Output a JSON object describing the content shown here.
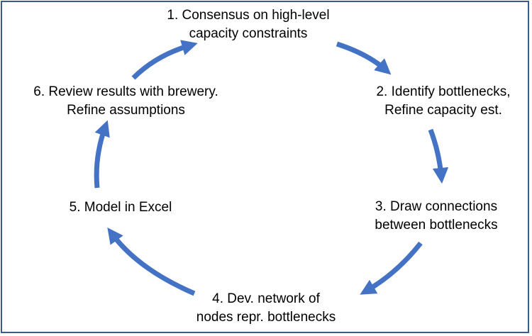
{
  "diagram": {
    "accent_color": "#4472c4",
    "steps": [
      {
        "line1": "1. Consensus on high-level",
        "line2": "capacity constraints"
      },
      {
        "line1": "2. Identify bottlenecks,",
        "line2": "Refine capacity est."
      },
      {
        "line1": "3. Draw connections",
        "line2": "between bottlenecks"
      },
      {
        "line1": "4. Dev. network of",
        "line2": "nodes repr. bottlenecks"
      },
      {
        "line1": "5. Model in Excel",
        "line2": ""
      },
      {
        "line1": "6. Review results with brewery.",
        "line2": "Refine assumptions"
      }
    ]
  }
}
